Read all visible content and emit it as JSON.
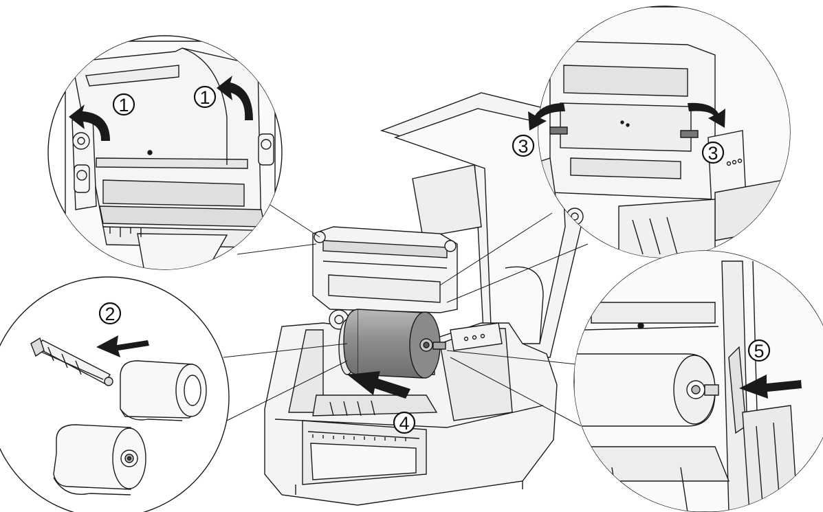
{
  "steps": [
    {
      "id": "1a",
      "label": "1"
    },
    {
      "id": "1b",
      "label": "1"
    },
    {
      "id": "2",
      "label": "2"
    },
    {
      "id": "3a",
      "label": "3"
    },
    {
      "id": "3b",
      "label": "3"
    },
    {
      "id": "4",
      "label": "4"
    },
    {
      "id": "5",
      "label": "5"
    }
  ],
  "colors": {
    "line": "#1a1a1a",
    "ribbon_fill": "#9a9a9a",
    "printer_fill": "#f4f4f4",
    "arrow": "#1a1a1a",
    "background": "#ffffff"
  },
  "icons": [
    "curved-arrow-icon",
    "straight-arrow-icon",
    "ribbon-roll-icon",
    "ribbon-spindle-icon",
    "printer-illustration"
  ]
}
